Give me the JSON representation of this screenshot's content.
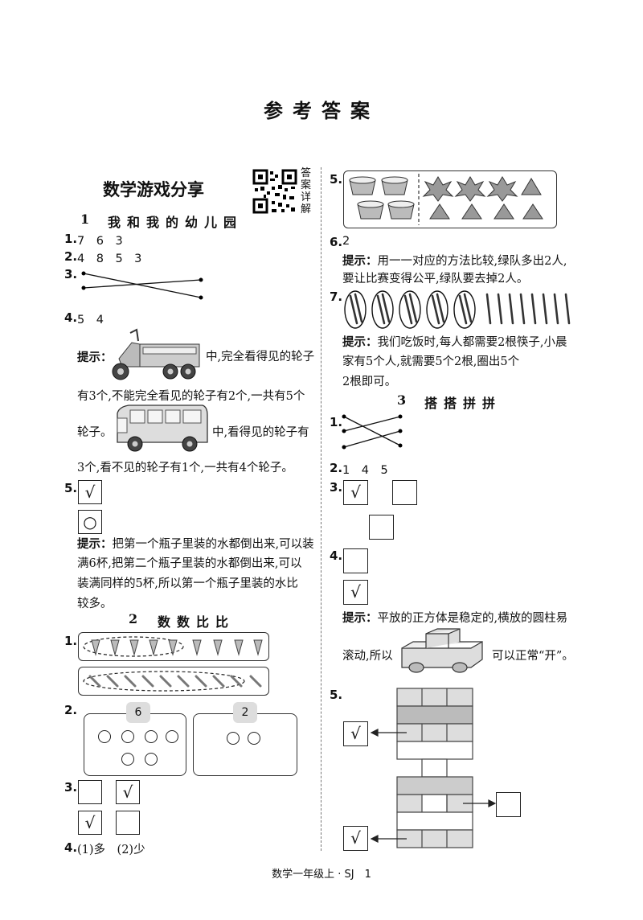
{
  "title": "参考答案",
  "left": {
    "heading": "数学游戏分享",
    "qr_caption": "答案详解",
    "sec1": {
      "num": "1",
      "title": "我和我的幼儿园"
    },
    "q1": {
      "label": "1.",
      "answer": "7　6　3"
    },
    "q2": {
      "label": "2.",
      "answer": "4　8　5　3"
    },
    "q3": {
      "label": "3."
    },
    "q4": {
      "label": "4.",
      "answer": "5　4"
    },
    "hint1": {
      "label": "提示：",
      "line1": "中,完全看得见的轮子",
      "line2": "有3个,不能完全看见的轮子有2个,一共有5个",
      "line3a": "轮子。",
      "line3b": "中,看得见的轮子有",
      "line4": "3个,看不见的轮子有1个,一共有4个轮子。"
    },
    "q5": {
      "label": "5.",
      "box1": "√",
      "box2": "○"
    },
    "hint2": {
      "label": "提示：",
      "text1": "把第一个瓶子里装的水都倒出来,可以装",
      "text2": "满6杯,把第二个瓶子里装的水都倒出来,可以",
      "text3": "装满同样的5杯,所以第一个瓶子里装的水比",
      "text4": "较多。"
    },
    "sec2": {
      "num": "2",
      "title": "数数比比"
    },
    "s2q1": {
      "label": "1."
    },
    "s2q2": {
      "label": "2.",
      "badge1": "6",
      "badge2": "2"
    },
    "s2q3": {
      "label": "3.",
      "b2": "√",
      "b3": "√"
    },
    "s2q4": {
      "label": "4.",
      "answer": "(1)多　(2)少"
    }
  },
  "right": {
    "q5": {
      "label": "5."
    },
    "q6": {
      "label": "6.",
      "answer": "2"
    },
    "hint6": {
      "label": "提示：",
      "text1": "用一一对应的方法比较,绿队多出2人,",
      "text2": "要让比赛变得公平,绿队要去掉2人。"
    },
    "q7": {
      "label": "7."
    },
    "hint7": {
      "label": "提示：",
      "text1": "我们吃饭时,每人都需要2根筷子,小晨",
      "text2": "家有5个人,就需要5个2根,圈出5个",
      "text3": "2根即可。"
    },
    "sec3": {
      "num": "3",
      "title": "搭搭拼拼"
    },
    "s3q1": {
      "label": "1."
    },
    "s3q2": {
      "label": "2.",
      "answer": "1　4　5"
    },
    "s3q3": {
      "label": "3.",
      "box1": "√"
    },
    "s3q4": {
      "label": "4.",
      "box2": "√"
    },
    "hint4": {
      "label": "提示：",
      "text1": "平放的正方体是稳定的,横放的圆柱易",
      "text2a": "滚动,所以",
      "text2b": "可以正常“开”。"
    },
    "s3q5": {
      "label": "5.",
      "box1": "√",
      "box3": "√"
    }
  },
  "footer": "数学一年级上 · SJ　1"
}
